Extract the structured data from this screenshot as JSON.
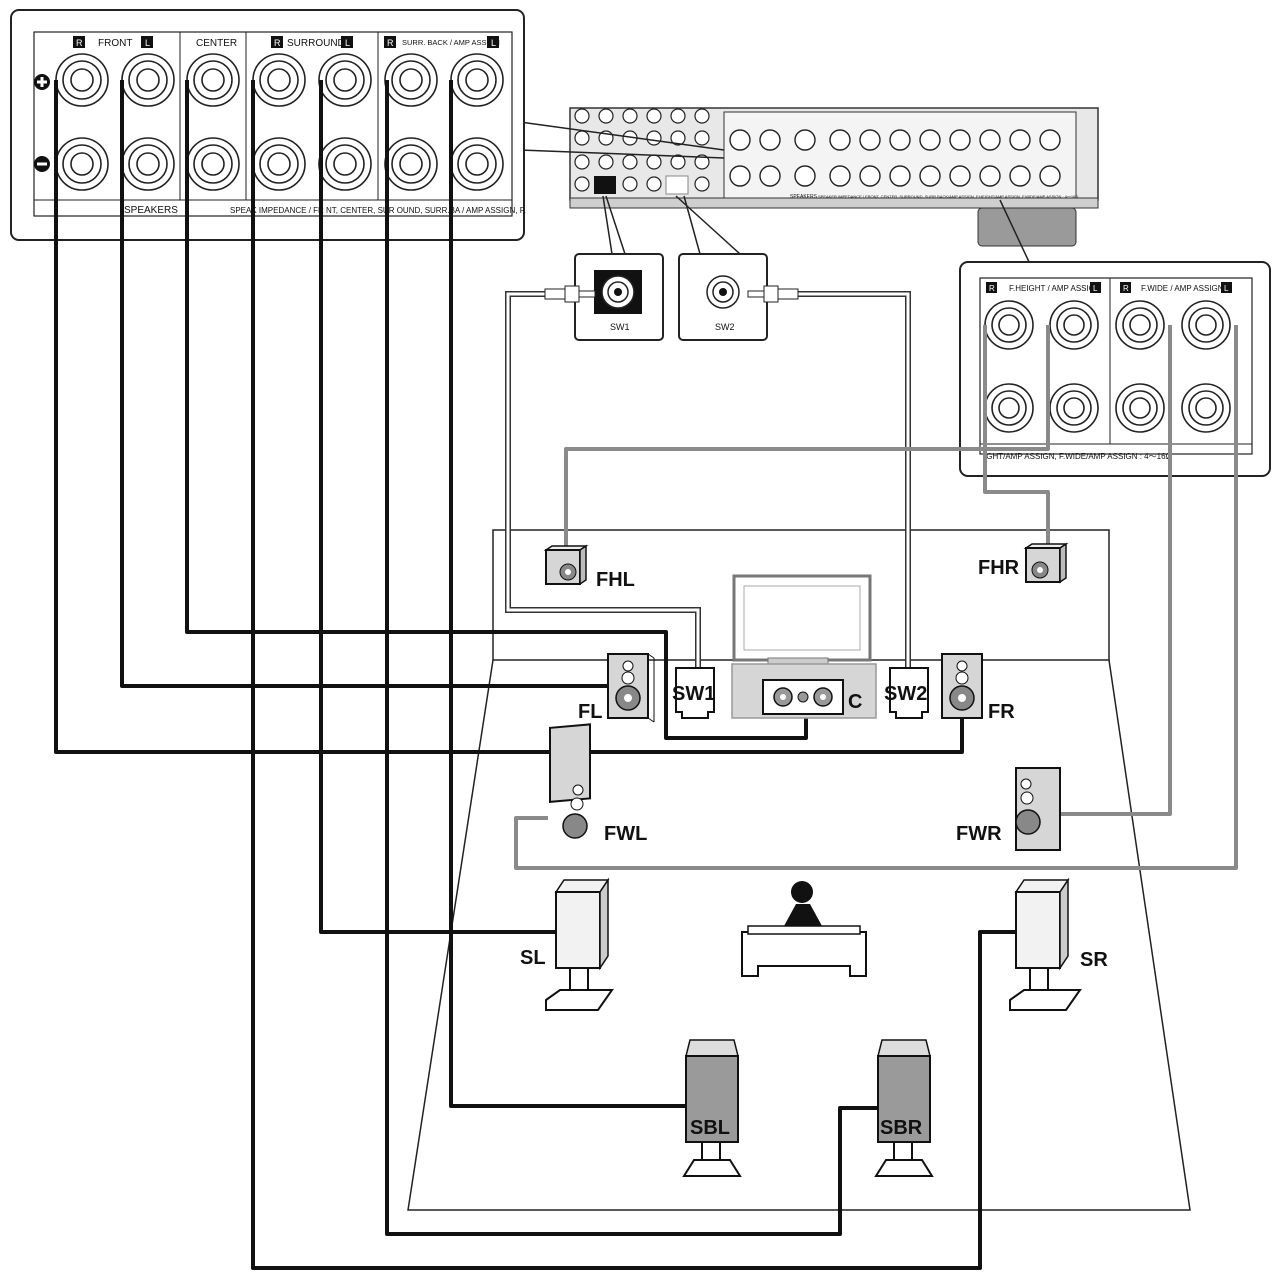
{
  "panel_left": {
    "groups": [
      "FRONT",
      "CENTER",
      "SURROUND",
      "SURR. BACK / AMP ASSIGN"
    ],
    "ch_r": "R",
    "ch_l": "L",
    "footer_speakers": "SPEAKERS",
    "footer_impedance": "SPEAK   IMPEDANCE  /  FR   NT, CENTER, SUR   OUND, SURR.BA   / AMP ASSIGN, F."
  },
  "panel_right": {
    "group1": "F.HEIGHT / AMP ASSIGN",
    "group2": "F.WIDE / AMP ASSIGN",
    "ch_r": "R",
    "ch_l": "L",
    "footer": "IGHT/AMP ASSIGN, F.WIDE/AMP ASSIGN  :  4～16Ω"
  },
  "receiver": {
    "labels": [
      "FRONT",
      "CENTER",
      "SURROUND",
      "SURR. BACK / AMP ASSIGN",
      "F.HEIGHT / AMP ASSIGN",
      "F.WIDE / AMP ASSIGN"
    ],
    "footer_left": "SPEAKERS",
    "footer_right": "SPEAKER IMPEDANCE / FRONT, CENTER, SURROUND, SURR.BACK/AMP ASSIGN, F.HEIGHT/AMP ASSIGN, F.WIDE/AMP ASSIGN : 4～16Ω"
  },
  "subwoofer_jacks": {
    "sw1": "SW1",
    "sw2": "SW2"
  },
  "speakers": {
    "fhl": "FHL",
    "fhr": "FHR",
    "fl": "FL",
    "fr": "FR",
    "c": "C",
    "sw1": "SW1",
    "sw2": "SW2",
    "fwl": "FWL",
    "fwr": "FWR",
    "sl": "SL",
    "sr": "SR",
    "sbl": "SBL",
    "sbr": "SBR"
  },
  "colors": {
    "cable_black": "#111111",
    "cable_gray": "#8a8a8a",
    "speaker_fill": "#d6d6d6",
    "terminal_ring": "#222222"
  }
}
